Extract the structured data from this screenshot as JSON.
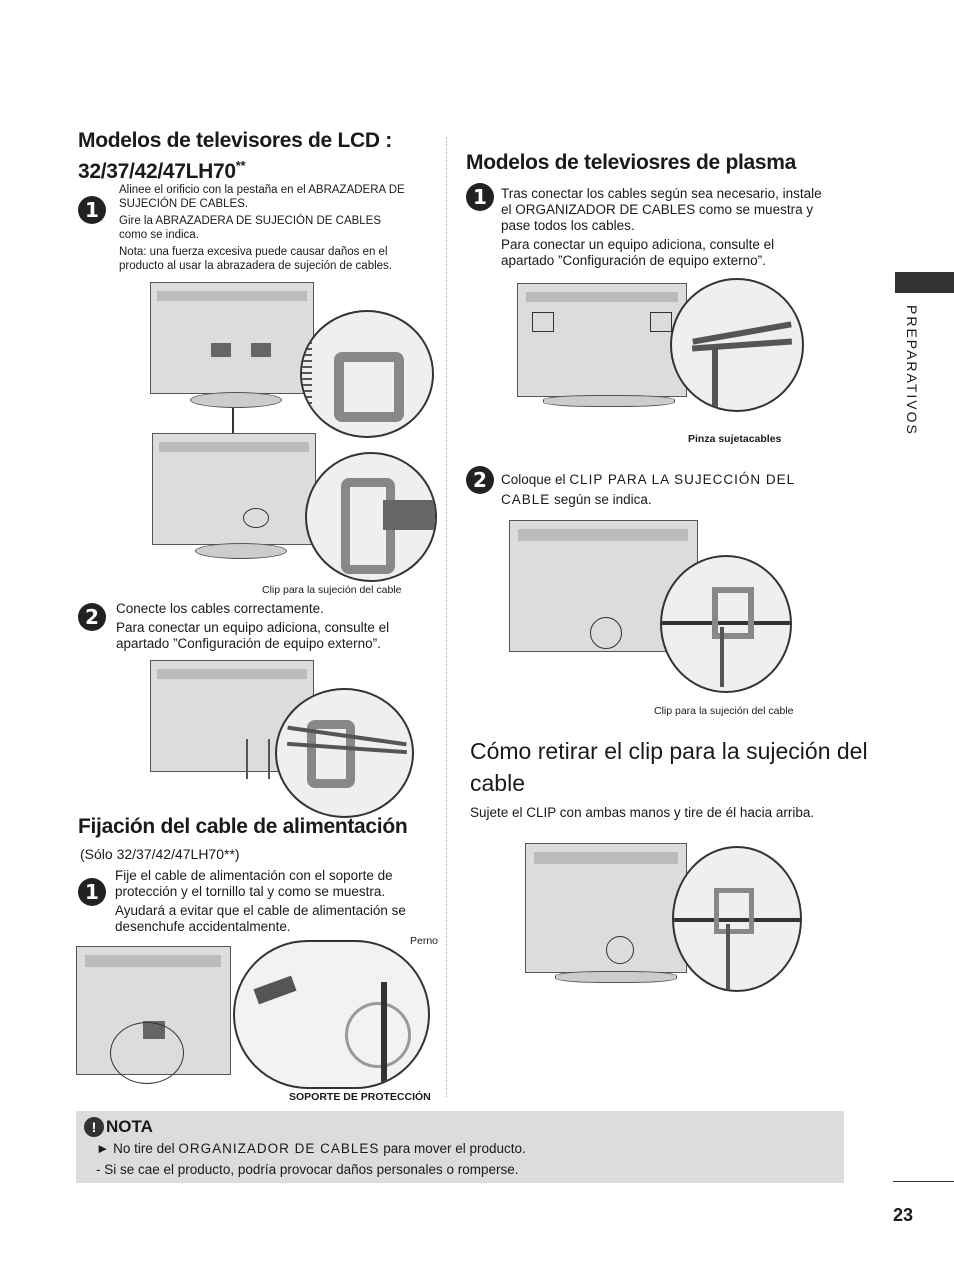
{
  "lcd": {
    "title": "Modelos de televisores de LCD : 32/37/42/47LH70",
    "title_suffix": "**",
    "step1_num": "1",
    "step1_lines": [
      "Alinee el orificio con la pestaña en el ABRAZADERA DE",
      "SUJECIÓN DE CABLES.",
      "Gire la ABRAZADERA DE SUJECIÓN DE CABLES",
      "como se indica.",
      "Nota: una fuerza excesiva puede causar daños en el",
      "producto al usar la abrazadera de sujeción de cables."
    ],
    "caption_clip": "Clip para la sujeción del cable",
    "step2_num": "2",
    "step2_lines": [
      "Conecte los cables correctamente.",
      "Para conectar un equipo adiciona, consulte el",
      "apartado ”Configuración de equipo externo”."
    ]
  },
  "plasma": {
    "title": "Modelos de televiosres de plasma",
    "step1_num": "1",
    "step1_lines": [
      "Tras conectar los cables según sea necesario, instale",
      "el ORGANIZADOR DE CABLES como se muestra y",
      "pase todos los cables.",
      "Para conectar un equipo adiciona, consulte el",
      "apartado ”Configuración de equipo externo”."
    ],
    "caption_pinza": "Pinza sujetacables",
    "step2_num": "2",
    "step2_pre": "Coloque el",
    "step2_bold1": "CLIP PARA LA SUJECCIÓN DEL",
    "step2_bold2": "CABLE",
    "step2_post": "según se indica.",
    "caption_clip": "Clip para la sujeción del cable"
  },
  "retirar": {
    "title": "Cómo retirar el clip para la sujeción del cable",
    "text": "Sujete el CLIP con ambas manos y tire de él hacia arriba."
  },
  "fijacion": {
    "title": "Fijación del cable de alimentación",
    "subtitle": "(Sólo  32/37/42/47LH70**)",
    "step1_num": "1",
    "step1_lines": [
      "Fije el cable de alimentación con el soporte de",
      "protección y el tornillo tal y como se muestra.",
      "Ayudará a evitar que el cable de alimentación se",
      "desenchufe accidentalmente."
    ],
    "caption_perno": "Perno",
    "caption_soporte": "SOPORTE DE PROTECCIÓN"
  },
  "nota": {
    "icon": "!",
    "title": "NOTA",
    "line1_pre": "► No tire del",
    "line1_bold": "ORGANIZADOR DE CABLES",
    "line1_post": "para mover el producto.",
    "line2": "- Si se cae el producto, podría provocar daños personales o romperse."
  },
  "sidebar": {
    "label": "PREPARATIVOS"
  },
  "page": {
    "number": "23"
  }
}
